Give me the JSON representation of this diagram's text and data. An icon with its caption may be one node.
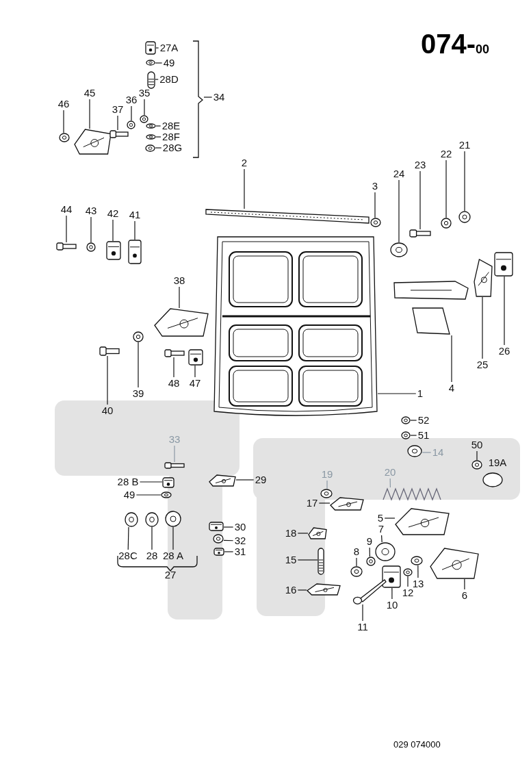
{
  "diagram": {
    "title": "074-$_{00}$",
    "caption": "029 074000",
    "nodes": [
      {
        "text": [
          "27A"
        ]
      },
      {
        "text": [
          "49"
        ]
      },
      {
        "text": [
          "28D"
        ]
      },
      {
        "text": [
          "34"
        ]
      },
      {
        "text": [
          "46"
        ]
      },
      {
        "text": [
          "45"
        ]
      },
      {
        "text": [
          "37"
        ]
      },
      {
        "text": [
          "36"
        ]
      },
      {
        "text": [
          "35"
        ]
      },
      {
        "text": [
          "28E"
        ]
      },
      {
        "text": [
          "28F"
        ]
      },
      {
        "text": [
          "28G"
        ]
      },
      {
        "text": [
          "2"
        ]
      },
      {
        "text": [
          "22"
        ]
      },
      {
        "text": [
          "21"
        ]
      },
      {
        "text": [
          "23"
        ]
      },
      {
        "text": [
          "24"
        ]
      },
      {
        "text": [
          "3"
        ]
      },
      {
        "text": [
          "44"
        ]
      },
      {
        "text": [
          "43"
        ]
      },
      {
        "text": [
          "42"
        ]
      },
      {
        "text": [
          "41"
        ]
      },
      {
        "text": [
          "38"
        ]
      },
      {
        "text": [
          "26"
        ]
      },
      {
        "text": [
          "25"
        ]
      },
      {
        "text": [
          "39"
        ]
      },
      {
        "text": [
          "48"
        ]
      },
      {
        "text": [
          "47"
        ]
      },
      {
        "text": [
          "1"
        ]
      },
      {
        "text": [
          "4"
        ]
      },
      {
        "text": [
          "40"
        ]
      },
      {
        "text": [
          "52"
        ]
      },
      {
        "text": [
          "51"
        ]
      },
      {
        "text": [
          "33"
        ]
      },
      {
        "text": [
          "50"
        ]
      },
      {
        "text": [
          "14"
        ]
      },
      {
        "text": [
          "19"
        ]
      },
      {
        "text": [
          "20"
        ]
      },
      {
        "text": [
          "29"
        ]
      },
      {
        "text": [
          "28 B"
        ]
      },
      {
        "text": [
          "49"
        ]
      },
      {
        "text": [
          "17"
        ]
      },
      {
        "text": [
          "5"
        ]
      },
      {
        "text": [
          "7"
        ]
      },
      {
        "text": [
          "30"
        ]
      },
      {
        "text": [
          "18"
        ]
      },
      {
        "text": [
          "9"
        ]
      },
      {
        "text": [
          "32"
        ]
      },
      {
        "text": [
          "8"
        ]
      },
      {
        "text": [
          "31"
        ]
      },
      {
        "text": [
          "28C"
        ]
      },
      {
        "text": [
          "28"
        ]
      },
      {
        "text": [
          "28 A"
        ]
      },
      {
        "text": [
          "15"
        ]
      },
      {
        "text": [
          "13"
        ]
      },
      {
        "text": [
          "16"
        ]
      },
      {
        "text": [
          "12"
        ]
      },
      {
        "text": [
          "10"
        ]
      },
      {
        "text": [
          "6"
        ]
      },
      {
        "text": [
          "11"
        ]
      },
      {
        "text": [],
        "shape": "picture"
      },
      {
        "text": [],
        "shape": "picture"
      },
      {
        "text": [],
        "shape": "picture"
      },
      {
        "text": [],
        "shape": "picture"
      },
      {
        "text": [],
        "shape": "picture"
      },
      {
        "text": [],
        "shape": "picture"
      },
      {
        "text": [],
        "shape": "picture"
      },
      {
        "text": [],
        "shape": "picture"
      },
      {
        "text": [],
        "shape": "picture"
      },
      {
        "text": [],
        "shape": "picture"
      },
      {
        "text": [],
        "shape": "picture"
      },
      {
        "text": [],
        "shape": "picture"
      },
      {
        "text": [],
        "shape": "picture"
      },
      {
        "text": [],
        "shape": "picture"
      },
      {
        "text": [],
        "shape": "picture"
      },
      {
        "text": [],
        "shape": "picture"
      },
      {
        "text": [],
        "shape": "picture"
      },
      {
        "text": [],
        "shape": "picture"
      },
      {
        "text": [],
        "shape": "picture"
      },
      {
        "text": [],
        "shape": "picture"
      },
      {
        "text": [],
        "shape": "picture"
      },
      {
        "text": [],
        "shape": "picture"
      },
      {
        "text": [],
        "shape": "picture"
      },
      {
        "text": [],
        "shape": "picture"
      },
      {
        "text": [],
        "shape": "picture"
      },
      {
        "text": [],
        "shape": "picture"
      },
      {
        "text": [],
        "shape": "picture"
      },
      {
        "text": [],
        "shape": "picture"
      },
      {
        "text": [],
        "shape": "picture"
      },
      {
        "text": [],
        "shape": "picture"
      },
      {
        "text": [],
        "shape": "picture"
      },
      {
        "text": [],
        "shape": "picture"
      },
      {
        "text": [],
        "shape": "picture"
      },
      {
        "text": [],
        "shape": "picture"
      },
      {
        "text": [],
        "shape": "picture"
      },
      {
        "text": [],
        "shape": "picture"
      },
      {
        "text": [],
        "shape": "picture"
      },
      {
        "text": [],
        "shape": "picture"
      },
      {
        "text": [],
        "shape": "picture"
      },
      {
        "text": [],
        "shape": "picture"
      },
      {
        "text": [],
        "shape": "picture"
      },
      {
        "text": [],
        "shape": "picture"
      },
      {
        "text": [],
        "shape": "picture"
      },
      {
        "text": [],
        "shape": "picture"
      },
      {
        "text": [],
        "shape": "picture"
      },
      {
        "text": [],
        "shape": "picture"
      },
      {
        "text": [],
        "shape": "picture"
      },
      {
        "text": [],
        "shape": "picture"
      },
      {
        "text": [],
        "shape": "picture"
      },
      {
        "text": [],
        "shape": "picture"
      },
      {
        "text": [],
        "shape": "picture"
      },
      {
        "text": [],
        "shape": "picture"
      },
      {
        "text": [],
        "shape": "picture"
      },
      {
        "text": [],
        "shape": "picture"
      },
      {
        "text": [],
        "shape": "picture"
      },
      {
        "text": [],
        "shape": "picture"
      },
      {
        "text": [],
        "shape": "picture"
      },
      {
        "text": [],
        "shape": "picture"
      },
      {
        "text": [],
        "shape": "picture"
      },
      {
        "text": [],
        "shape": "bracket"
      }
    ],
    "edges": [
      {
        "from": 0,
        "to": 60,
        "arrow": "none"
      },
      {
        "from": 1,
        "to": 61,
        "arrow": "none"
      },
      {
        "from": 2,
        "to": 62,
        "arrow": "none"
      },
      {
        "from": 3,
        "to": 119,
        "arrow": "none"
      },
      {
        "from": 4,
        "to": 63,
        "arrow": "none"
      },
      {
        "from": 5,
        "to": 64,
        "arrow": "none"
      },
      {
        "from": 6,
        "to": 65,
        "arrow": "none"
      },
      {
        "from": 7,
        "to": 66,
        "arrow": "none"
      },
      {
        "from": 8,
        "to": 67,
        "arrow": "none"
      },
      {
        "from": 9,
        "to": 68,
        "arrow": "none"
      },
      {
        "from": 10,
        "to": 69,
        "arrow": "none"
      },
      {
        "from": 11,
        "to": 70,
        "arrow": "none"
      },
      {
        "from": 12,
        "to": 71,
        "arrow": "none"
      },
      {
        "from": 13,
        "to": 72,
        "arrow": "none"
      },
      {
        "from": 14,
        "to": 73,
        "arrow": "none"
      },
      {
        "from": 15,
        "to": 74,
        "arrow": "none"
      },
      {
        "from": 16,
        "to": 75,
        "arrow": "none"
      },
      {
        "from": 17,
        "to": 76,
        "arrow": "none"
      },
      {
        "from": 18,
        "to": 77,
        "arrow": "none"
      },
      {
        "from": 19,
        "to": 78,
        "arrow": "none"
      },
      {
        "from": 20,
        "to": 79,
        "arrow": "none"
      },
      {
        "from": 21,
        "to": 80,
        "arrow": "none"
      },
      {
        "from": 22,
        "to": 81,
        "arrow": "none"
      },
      {
        "from": 23,
        "to": 82,
        "arrow": "none"
      },
      {
        "from": 24,
        "to": 83,
        "arrow": "none"
      },
      {
        "from": 25,
        "to": 84,
        "arrow": "none"
      },
      {
        "from": 26,
        "to": 85,
        "arrow": "none"
      },
      {
        "from": 27,
        "to": 86,
        "arrow": "none"
      },
      {
        "from": 28,
        "to": 87,
        "arrow": "none"
      },
      {
        "from": 29,
        "to": 88,
        "arrow": "none"
      },
      {
        "from": 30,
        "to": 89,
        "arrow": "none"
      },
      {
        "from": 31,
        "to": 90,
        "arrow": "none"
      },
      {
        "from": 32,
        "to": 91,
        "arrow": "none"
      },
      {
        "from": 33,
        "to": 92,
        "arrow": "none",
        "color": "#8a98a4"
      },
      {
        "from": 34,
        "to": 93,
        "arrow": "none"
      },
      {
        "from": 35,
        "to": 94,
        "arrow": "none",
        "color": "#8a98a4"
      },
      {
        "from": 36,
        "to": 95,
        "arrow": "none",
        "color": "#8a98a4"
      },
      {
        "from": 37,
        "to": 96,
        "arrow": "none",
        "color": "#8a98a4"
      },
      {
        "from": 38,
        "to": 97,
        "arrow": "none"
      },
      {
        "from": 39,
        "to": 98,
        "arrow": "none"
      },
      {
        "from": 40,
        "to": 99,
        "arrow": "none"
      },
      {
        "from": 41,
        "to": 100,
        "arrow": "none"
      },
      {
        "from": 42,
        "to": 101,
        "arrow": "none"
      },
      {
        "from": 43,
        "to": 102,
        "arrow": "none"
      },
      {
        "from": 44,
        "to": 103,
        "arrow": "none"
      },
      {
        "from": 45,
        "to": 104,
        "arrow": "none"
      },
      {
        "from": 46,
        "to": 105,
        "arrow": "none"
      },
      {
        "from": 47,
        "to": 106,
        "arrow": "none"
      },
      {
        "from": 48,
        "to": 107,
        "arrow": "none"
      },
      {
        "from": 49,
        "to": 108,
        "arrow": "none"
      },
      {
        "from": 50,
        "to": 109,
        "arrow": "none"
      },
      {
        "from": 51,
        "to": 110,
        "arrow": "none"
      },
      {
        "from": 52,
        "to": 111,
        "arrow": "none"
      },
      {
        "from": 53,
        "to": 112,
        "arrow": "none"
      },
      {
        "from": 54,
        "to": 113,
        "arrow": "none"
      },
      {
        "from": 55,
        "to": 114,
        "arrow": "none"
      },
      {
        "from": 56,
        "to": 115,
        "arrow": "none"
      },
      {
        "from": 57,
        "to": 116,
        "arrow": "none"
      },
      {
        "from": 58,
        "to": 117,
        "arrow": "none"
      },
      {
        "from": 59,
        "to": 118,
        "arrow": "none"
      }
    ],
    "labels": [
      "19A",
      "27"
    ]
  }
}
